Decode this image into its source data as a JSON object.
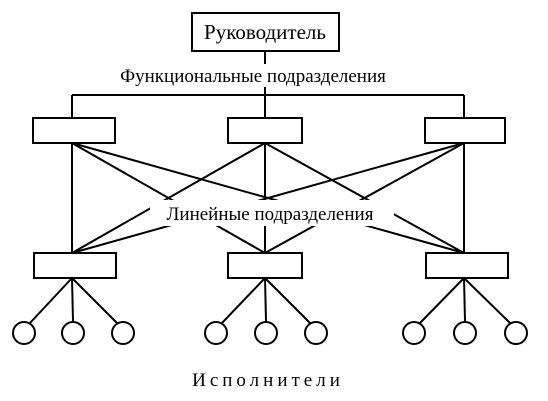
{
  "diagram": {
    "head_label": "Руководитель",
    "functional_label": "Функциональные подразделения",
    "linear_label": "Линейные подразделения",
    "executors_label": "Исполнители"
  },
  "colors": {
    "stroke": "#000000",
    "background": "#ffffff"
  }
}
